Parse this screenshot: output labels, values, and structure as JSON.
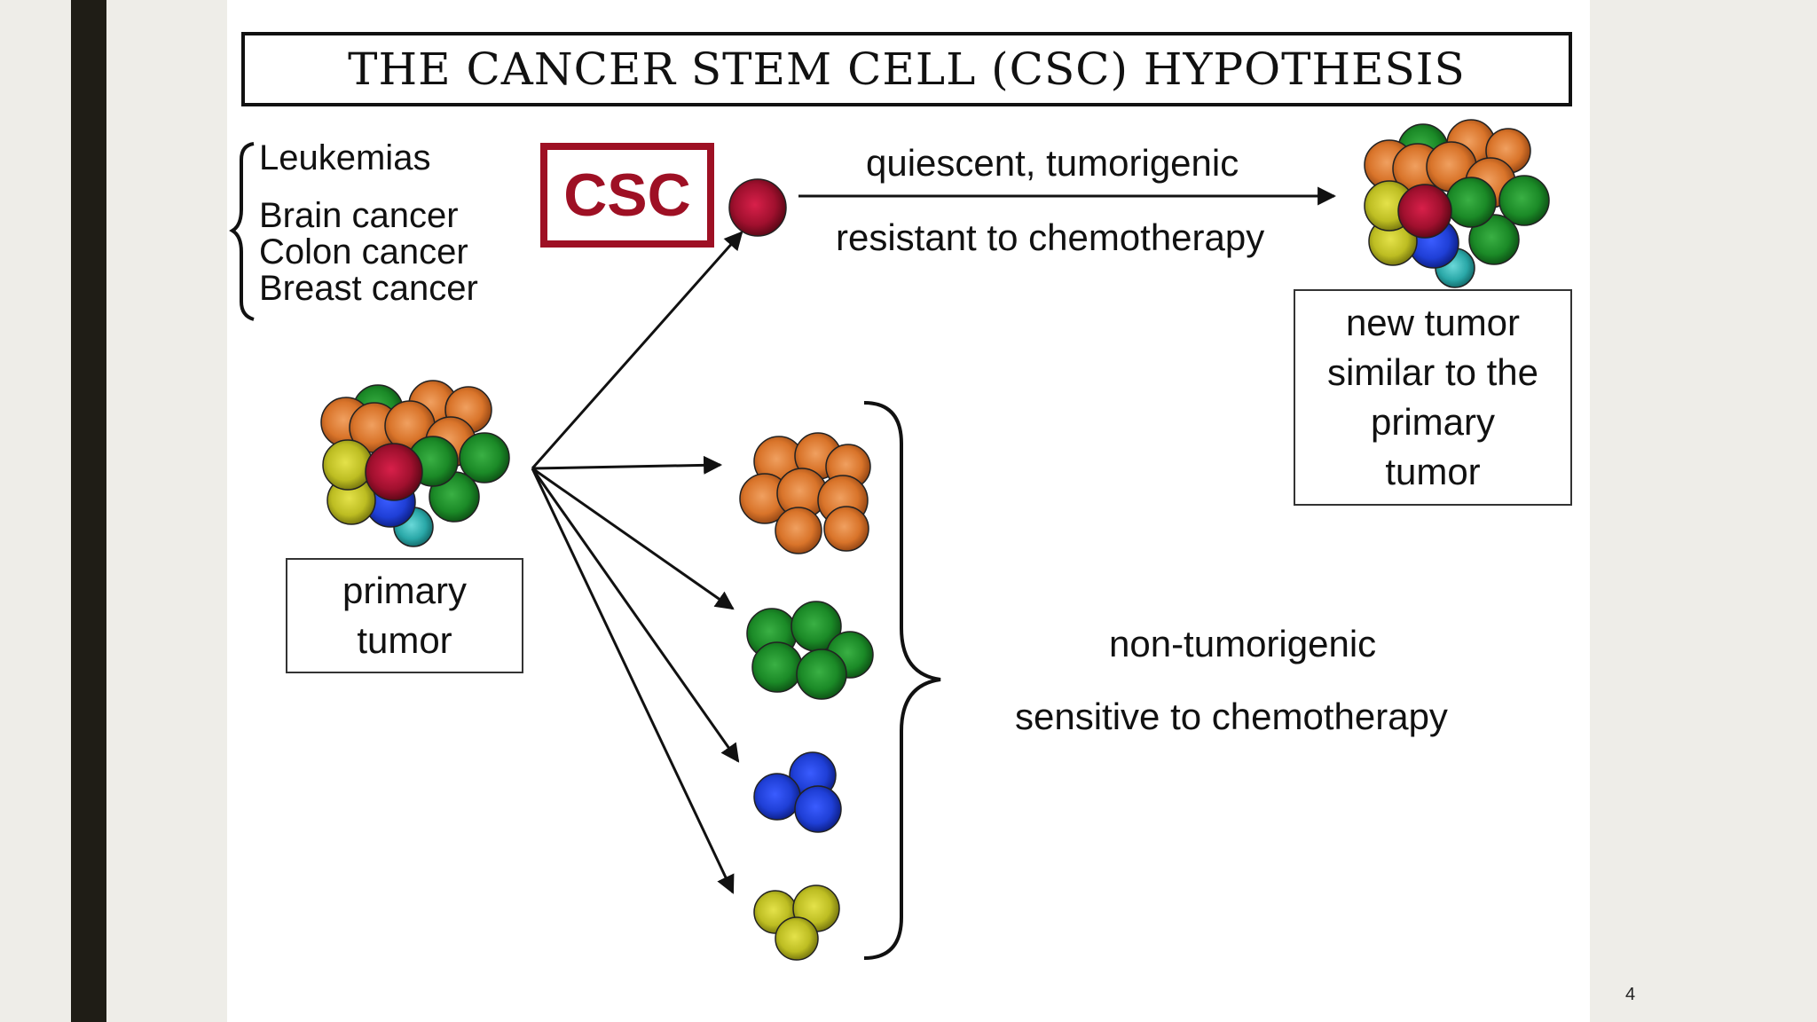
{
  "slide": {
    "title": "THE CANCER STEM CELL (CSC) HYPOTHESIS",
    "cancer_types": [
      "Leukemias",
      "Brain cancer",
      "Colon cancer",
      "Breast cancer"
    ],
    "csc_label": "CSC",
    "csc_traits": [
      "quiescent, tumorigenic",
      "resistant to chemotherapy"
    ],
    "new_tumor_label": [
      "new tumor",
      "similar to the",
      "primary",
      "tumor"
    ],
    "primary_tumor_label": [
      "primary",
      "tumor"
    ],
    "non_csc_traits": [
      "non-tumorigenic",
      "sensitive to chemotherapy"
    ],
    "page_number": "4"
  },
  "colors": {
    "csc_red": "#a0102e",
    "orange": "#e0782a",
    "green": "#1f8a2a",
    "blue": "#1f3fd6",
    "yellow": "#c8c82a",
    "teal": "#3ab8b8"
  }
}
